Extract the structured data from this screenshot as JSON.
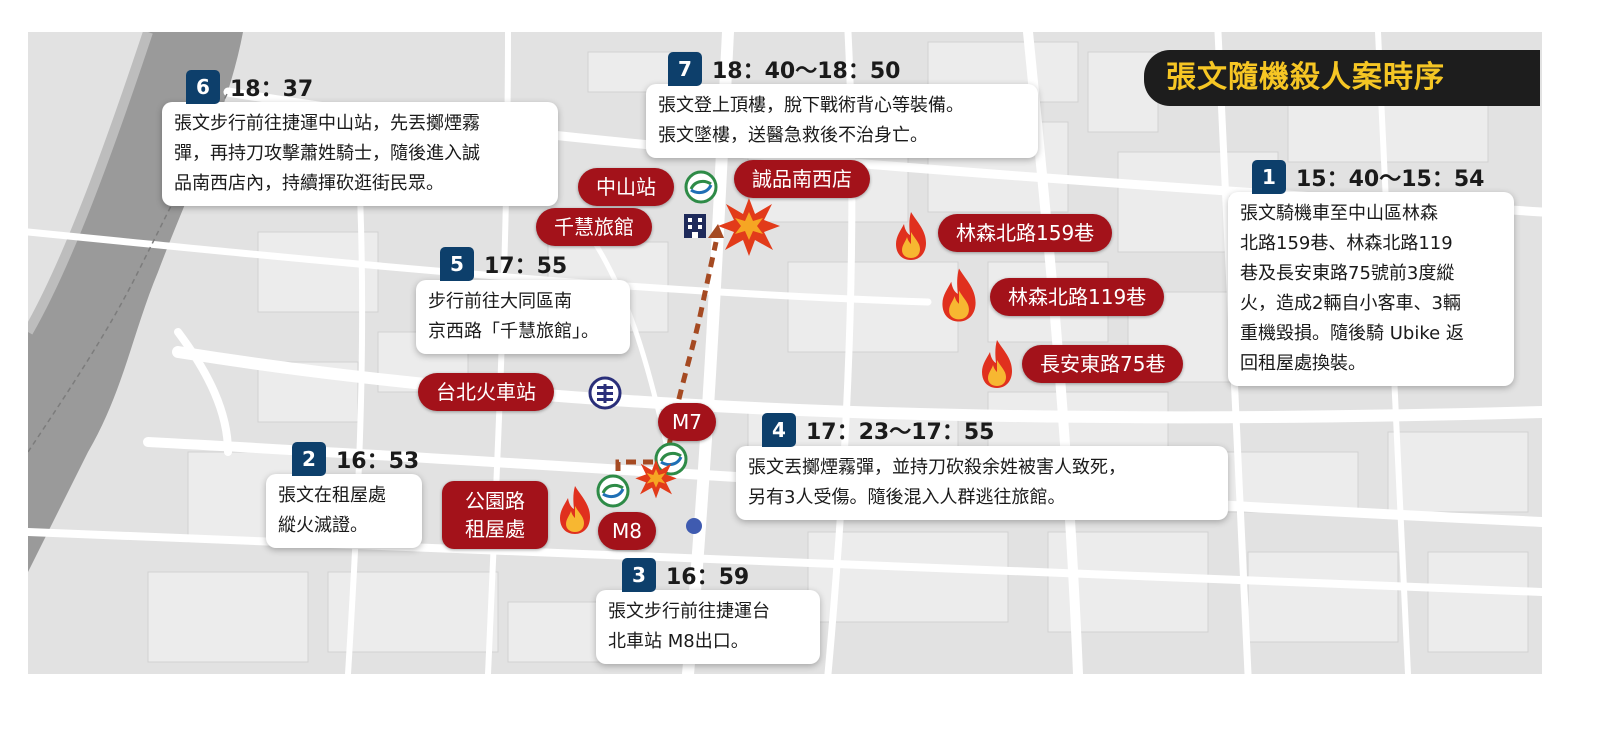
{
  "title": "張文隨機殺人案時序",
  "events": [
    {
      "num": "1",
      "time": "15：40～15：54",
      "desc": "張文騎機車至中山區林森\n北路159巷、林森北路119\n巷及長安東路75號前3度縱\n火，造成2輛自小客車、3輛\n重機毀損。隨後騎 Ubike 返\n回租屋處換裝。"
    },
    {
      "num": "2",
      "time": "16：53",
      "desc": "張文在租屋處\n縱火滅證。"
    },
    {
      "num": "3",
      "time": "16：59",
      "desc": "張文步行前往捷運台\n北車站 M8出口。"
    },
    {
      "num": "4",
      "time": "17：23～17：55",
      "desc": "張文丟擲煙霧彈，並持刀砍殺余姓被害人致死，\n另有3人受傷。隨後混入人群逃往旅館。"
    },
    {
      "num": "5",
      "time": "17：55",
      "desc": "步行前往大同區南\n京西路「千慧旅館」。"
    },
    {
      "num": "6",
      "time": "18：37",
      "desc": "張文步行前往捷運中山站，先丟擲煙霧\n彈，再持刀攻擊蕭姓騎士，隨後進入誠\n品南西店內，持續揮砍逛街民眾。"
    },
    {
      "num": "7",
      "time": "18：40～18：50",
      "desc": "張文登上頂樓，脫下戰術背心等裝備。\n張文墜樓，送醫急救後不治身亡。"
    }
  ],
  "places": {
    "zhongshan": "中山站",
    "eslite": "誠品南西店",
    "hotel": "千慧旅館",
    "linsen159": "林森北路159巷",
    "linsen119": "林森北路119巷",
    "changan75": "長安東路75巷",
    "taipei_station": "台北火車站",
    "m7": "M7",
    "m8": "M8",
    "residence": "公園路\n租屋處"
  },
  "colors": {
    "badge": "#0d3f6b",
    "place_label": "#a3121a",
    "title_bg": "#1d1d1d",
    "title_text": "#f6c624",
    "route": "#a54a22"
  }
}
